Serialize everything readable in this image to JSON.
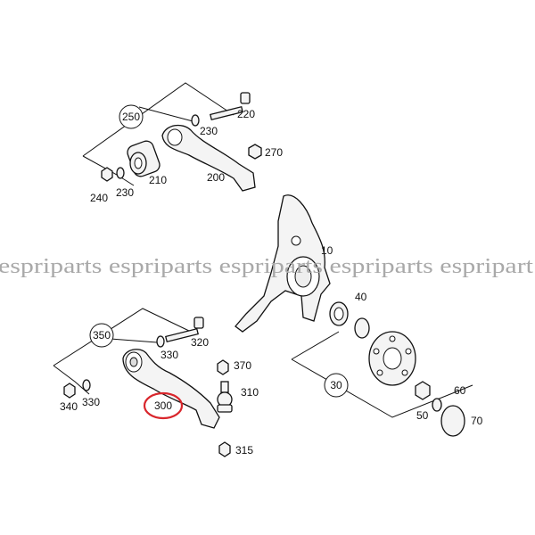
{
  "watermark": {
    "text": "espriparts espriparts espriparts espriparts espripart",
    "color": "#a9a9a9"
  },
  "labels": {
    "p10": "10",
    "p30": "30",
    "p40": "40",
    "p50": "50",
    "p60": "60",
    "p70": "70",
    "p200": "200",
    "p210": "210",
    "p220": "220",
    "p230a": "230",
    "p230b": "230",
    "p240": "240",
    "p250": "250",
    "p270": "270",
    "p300": "300",
    "p310": "310",
    "p315": "315",
    "p320": "320",
    "p330a": "330",
    "p330b": "330",
    "p340": "340",
    "p350": "350",
    "p370": "370"
  },
  "highlight": {
    "part": "300",
    "color": "#d9262c"
  }
}
